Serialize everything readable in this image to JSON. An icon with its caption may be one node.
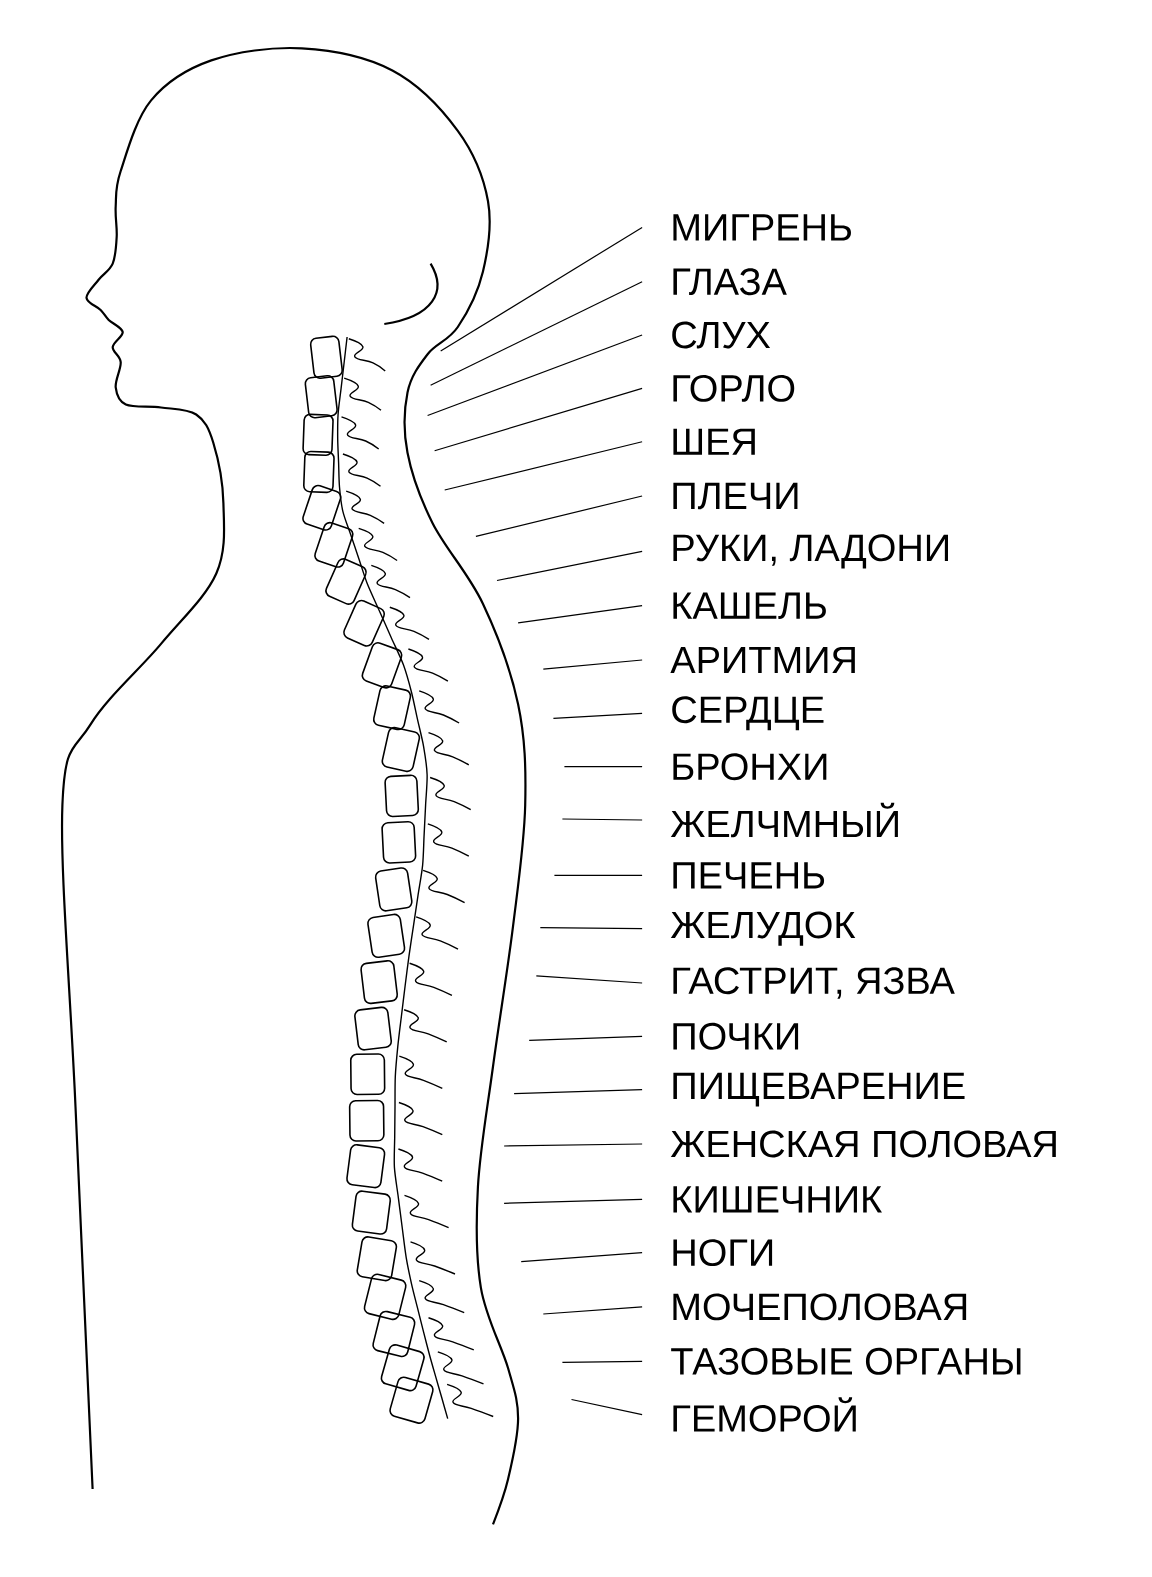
{
  "diagram": {
    "nodes": [
      {
        "text": [
          "МИГРЕНЬ"
        ]
      },
      {
        "text": [
          "ГЛАЗА"
        ]
      },
      {
        "text": [
          "СЛУХ"
        ]
      },
      {
        "text": [
          "ГОРЛО"
        ]
      },
      {
        "text": [
          "ШЕЯ"
        ]
      },
      {
        "text": [
          "ПЛЕЧИ"
        ]
      },
      {
        "text": [
          "РУКИ, ЛАДОНИ"
        ]
      },
      {
        "text": [
          "КАШЕЛЬ"
        ]
      },
      {
        "text": [
          "АРИТМИЯ"
        ]
      },
      {
        "text": [
          "СЕРДЦЕ"
        ]
      },
      {
        "text": [
          "БРОНХИ"
        ]
      },
      {
        "text": [
          "ЖЕЛЧМНЫЙ"
        ]
      },
      {
        "text": [
          "ПЕЧЕНЬ"
        ]
      },
      {
        "text": [
          "ЖЕЛУДОК"
        ]
      },
      {
        "text": [
          "ГАСТРИТ, ЯЗВА"
        ]
      },
      {
        "text": [
          "ПОЧКИ"
        ]
      },
      {
        "text": [
          "ПИЩЕВАРЕНИЕ"
        ]
      },
      {
        "text": [
          "ЖЕНСКАЯ ПОЛОВАЯ"
        ]
      },
      {
        "text": [
          "КИШЕЧНИК"
        ]
      },
      {
        "text": [
          "НОГИ"
        ]
      },
      {
        "text": [
          "МОЧЕПОЛОВАЯ"
        ]
      },
      {
        "text": [
          "ТАЗОВЫЕ ОРГАНЫ"
        ]
      },
      {
        "text": [
          "ГЕМОРОЙ"
        ]
      }
    ],
    "edges": [
      {
        "from": 0,
        "to": null,
        "arrow": "none"
      },
      {
        "from": 1,
        "to": null,
        "arrow": "none"
      },
      {
        "from": 2,
        "to": null,
        "arrow": "none"
      },
      {
        "from": 3,
        "to": null,
        "arrow": "none"
      },
      {
        "from": 4,
        "to": null,
        "arrow": "none"
      },
      {
        "from": 5,
        "to": null,
        "arrow": "none"
      },
      {
        "from": 6,
        "to": null,
        "arrow": "none"
      },
      {
        "from": 7,
        "to": null,
        "arrow": "none"
      },
      {
        "from": 8,
        "to": null,
        "arrow": "none"
      },
      {
        "from": 9,
        "to": null,
        "arrow": "none"
      },
      {
        "from": 10,
        "to": null,
        "arrow": "none"
      },
      {
        "from": 11,
        "to": null,
        "arrow": "none"
      },
      {
        "from": 12,
        "to": null,
        "arrow": "none"
      },
      {
        "from": 13,
        "to": null,
        "arrow": "none"
      },
      {
        "from": 14,
        "to": null,
        "arrow": "none"
      },
      {
        "from": 15,
        "to": null,
        "arrow": "none"
      },
      {
        "from": 16,
        "to": null,
        "arrow": "none"
      },
      {
        "from": 17,
        "to": null,
        "arrow": "none"
      },
      {
        "from": 18,
        "to": null,
        "arrow": "none"
      },
      {
        "from": 19,
        "to": null,
        "arrow": "none"
      },
      {
        "from": 20,
        "to": null,
        "arrow": "none"
      },
      {
        "from": 21,
        "to": null,
        "arrow": "none"
      },
      {
        "from": 22,
        "to": null,
        "arrow": "none"
      }
    ]
  }
}
